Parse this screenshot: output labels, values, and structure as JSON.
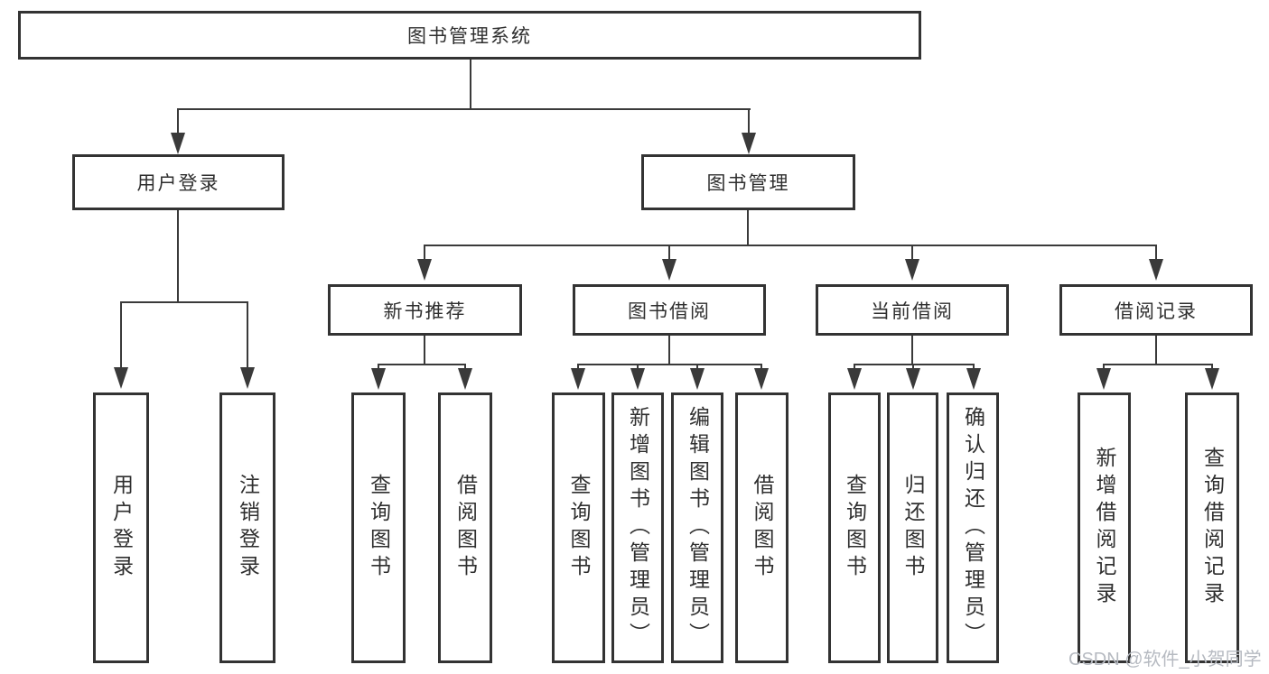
{
  "diagram": {
    "title": "图书管理系统",
    "root": {
      "label": "图书管理系统"
    },
    "level2": [
      {
        "id": "user-login",
        "label": "用户登录"
      },
      {
        "id": "book-management",
        "label": "图书管理"
      }
    ],
    "level3": [
      {
        "id": "new-book-recommend",
        "label": "新书推荐"
      },
      {
        "id": "book-borrow",
        "label": "图书借阅"
      },
      {
        "id": "current-borrow",
        "label": "当前借阅"
      },
      {
        "id": "borrow-records",
        "label": "借阅记录"
      }
    ],
    "leaves": {
      "user_login": [
        {
          "label": "用户登录"
        },
        {
          "label": "注销登录"
        }
      ],
      "new_book": [
        {
          "label": "查询图书"
        },
        {
          "label": "借阅图书"
        }
      ],
      "book_borrow": [
        {
          "label": "查询图书"
        },
        {
          "label": "新增图书（管理员）"
        },
        {
          "label": "编辑图书（管理员）"
        },
        {
          "label": "借阅图书"
        }
      ],
      "current_borrow": [
        {
          "label": "查询图书"
        },
        {
          "label": "归还图书"
        },
        {
          "label": "确认归还（管理员）"
        }
      ],
      "borrow_record": [
        {
          "label": "新增借阅记录"
        },
        {
          "label": "查询借阅记录"
        }
      ]
    }
  },
  "watermark": {
    "text": "CSDN @软件_小贺同学"
  },
  "colors": {
    "line": "#3a3a3a",
    "border": "#333333",
    "text": "#2f2f2f",
    "background": "#ffffff",
    "watermark": "#b6bac1"
  }
}
